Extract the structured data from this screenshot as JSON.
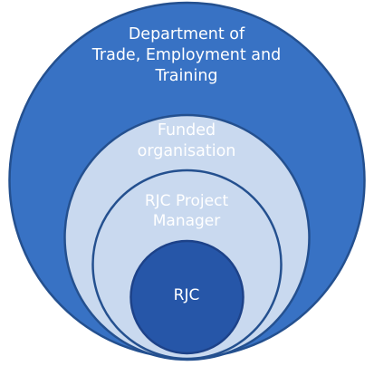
{
  "diagram": {
    "rings": [
      {
        "id": "outer",
        "label": "Department of\nTrade, Employment and\nTraining",
        "fill": "#3872c4",
        "stroke": "#24508f"
      },
      {
        "id": "middle",
        "label": "Funded\norganisation",
        "fill": "#c9d9ef",
        "stroke": "#24508f"
      },
      {
        "id": "inner",
        "label": "RJC Project\nManager",
        "fill": "#c9d9ef",
        "stroke": "#24508f"
      },
      {
        "id": "core",
        "label": "RJC",
        "fill": "#2656a8",
        "stroke": "#1d4289"
      }
    ]
  }
}
